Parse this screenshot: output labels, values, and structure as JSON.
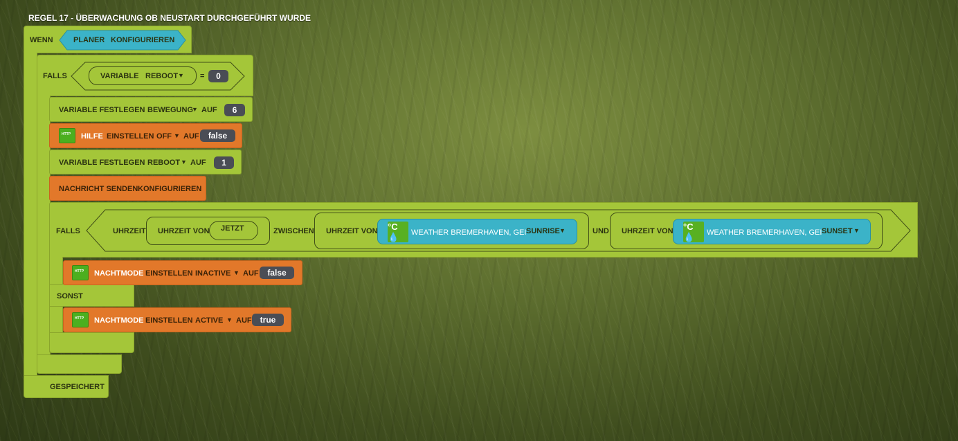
{
  "rule_title": "REGEL 17 - ÜBERWACHUNG OB NEUSTART DURCHGEFÜHRT WURDE",
  "colors": {
    "block_green": "#a4c639",
    "block_orange": "#e2782a",
    "block_blue": "#3bb3c8",
    "value_pill": "#4a4d55"
  },
  "when_block": {
    "label": "WENN",
    "trigger": {
      "planner": "PLANER",
      "action": "KONFIGURIEREN"
    }
  },
  "if_reboot": {
    "label": "FALLS",
    "condition": {
      "kind": "VARIABLE",
      "variable": "REBOOT",
      "operator": "=",
      "value": "0"
    }
  },
  "set_bewegung": {
    "label": "VARIABLE FESTLEGEN",
    "variable": "BEWEGUNG",
    "connector": "AUF",
    "value": "6"
  },
  "hilfe": {
    "icon": "http-icon",
    "device": "HILFE",
    "action": "EINSTELLEN",
    "state": "OFF",
    "connector": "AUF",
    "value": "false"
  },
  "set_reboot": {
    "label": "VARIABLE FESTLEGEN",
    "variable": "REBOOT",
    "connector": "AUF",
    "value": "1"
  },
  "nachricht": {
    "label": "NACHRICHT SENDEN",
    "target": "KONFIGURIEREN"
  },
  "if_time": {
    "label": "FALLS",
    "uhrzeit_label": "UHRZEIT",
    "from": {
      "label": "UHRZEIT VON",
      "value": "JETZT"
    },
    "between": "ZWISCHEN",
    "start": {
      "label": "UHRZEIT VON",
      "icon": "°C💧",
      "source": "WEATHER BREMERHAVEN, GEI",
      "event": "SUNRISE"
    },
    "and": "UND",
    "end": {
      "label": "UHRZEIT VON",
      "icon": "°C💧",
      "source": "WEATHER BREMERHAVEN, GEI",
      "event": "SUNSET"
    }
  },
  "nacht_then": {
    "device": "NACHTMODE",
    "action": "EINSTELLEN",
    "state": "INACTIVE",
    "connector": "AUF",
    "value": "false"
  },
  "else_label": "SONST",
  "nacht_else": {
    "device": "NACHTMODE",
    "action": "EINSTELLEN",
    "state": "ACTIVE",
    "connector": "AUF",
    "value": "true"
  },
  "footer": "GESPEICHERT"
}
